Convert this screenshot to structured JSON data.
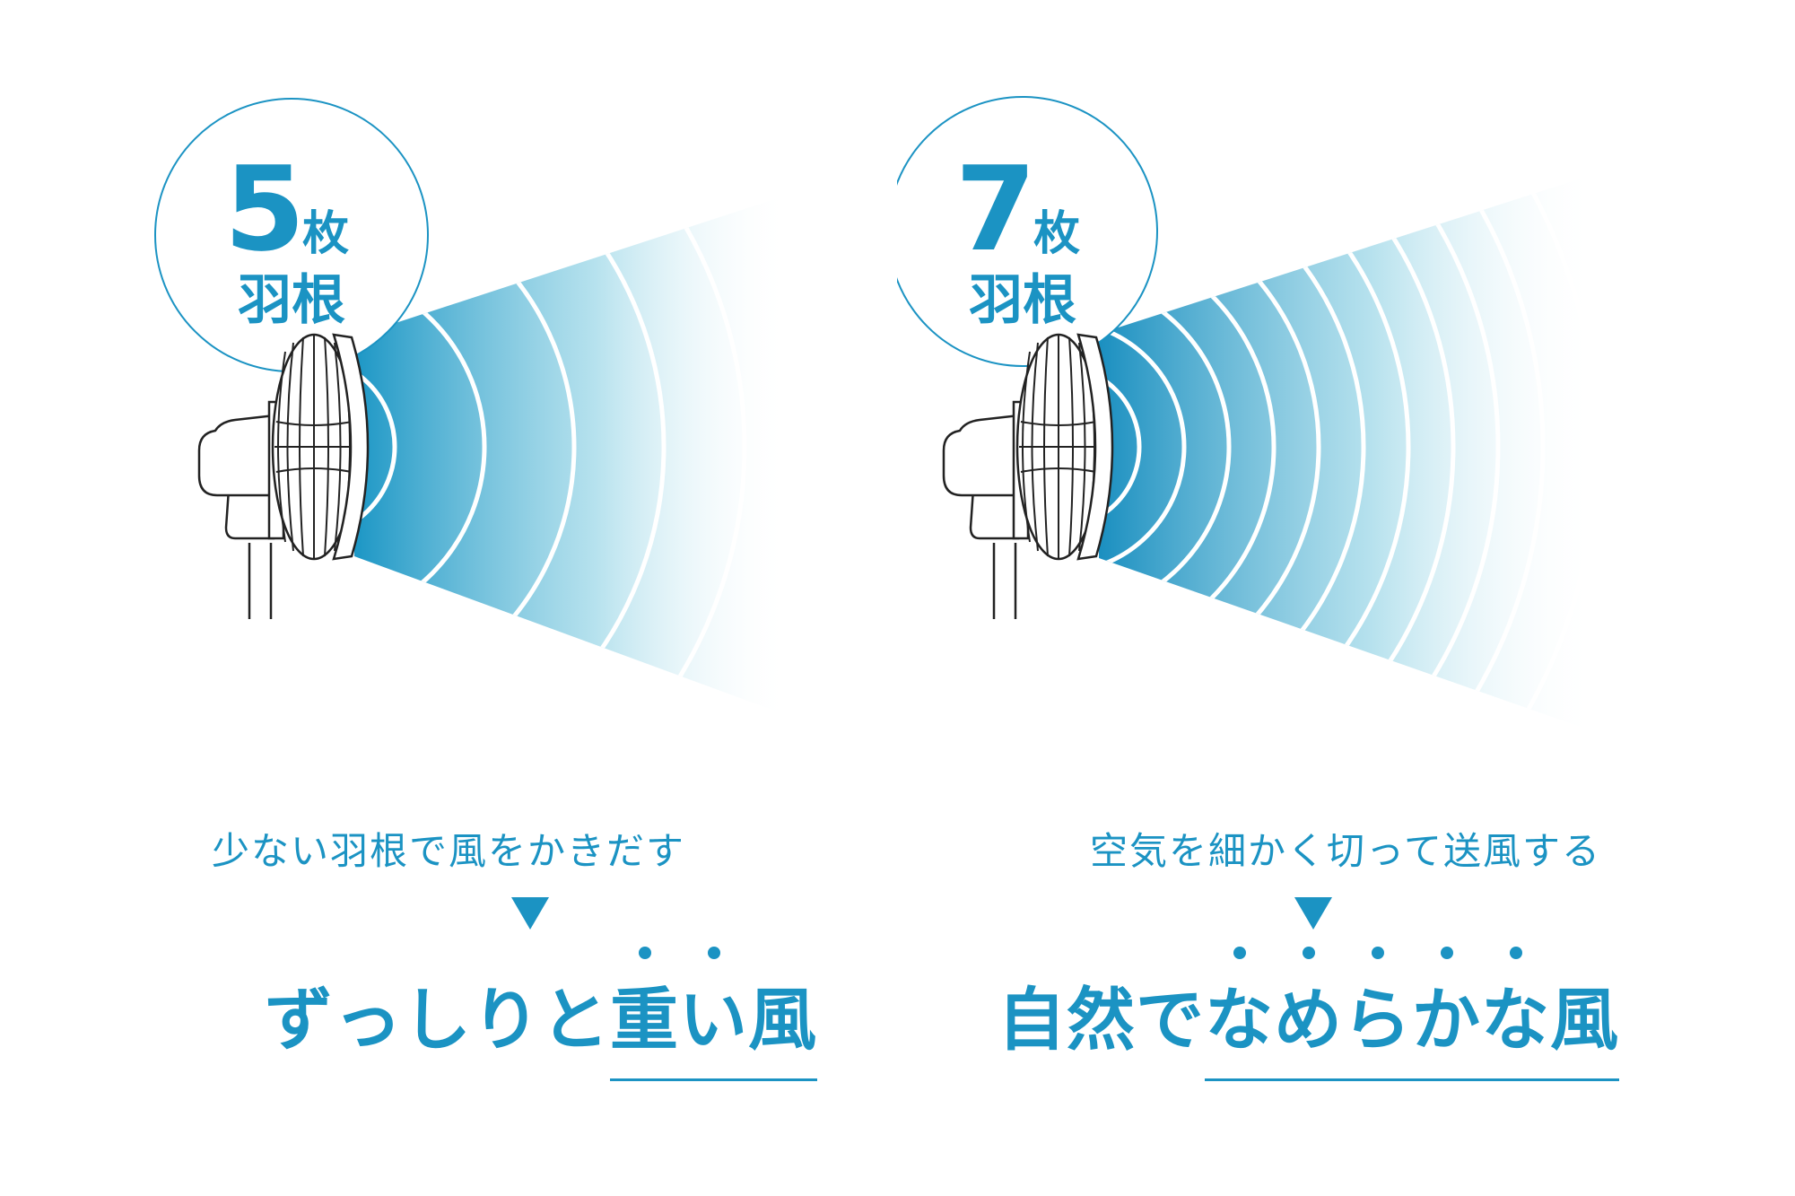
{
  "colors": {
    "accent": "#1b93c3",
    "fan_stroke": "#222222",
    "arc": "#ffffff"
  },
  "left": {
    "badge": {
      "number": "5",
      "unit": "枚",
      "label": "羽根"
    },
    "blade_count": 5,
    "description": "少ない羽根で風をかきだす",
    "headline": {
      "plain": "ずっしりと",
      "emphasized": "重い風",
      "dotted_chars": [
        "重",
        "い"
      ]
    }
  },
  "right": {
    "badge": {
      "number": "7",
      "unit": "枚",
      "label": "羽根"
    },
    "blade_count": 7,
    "description": "空気を細かく切って送風する",
    "headline": {
      "plain": "自然で",
      "emphasized": "なめらかな風",
      "dotted_chars": [
        "な",
        "め",
        "ら",
        "か",
        "な"
      ]
    }
  }
}
